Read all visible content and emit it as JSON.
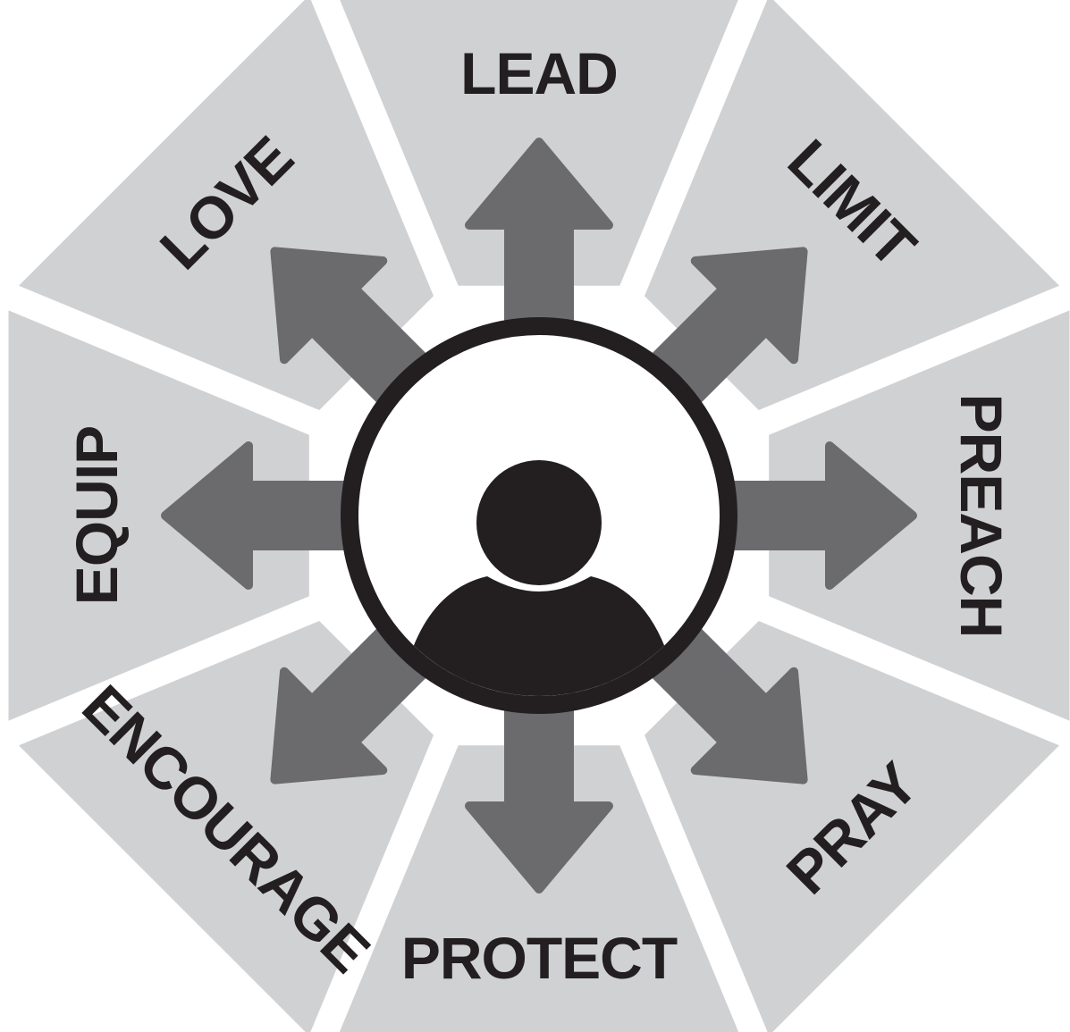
{
  "colors": {
    "background": "#ffffff",
    "segment": "#d0d1d3",
    "arrow": "#6b6b6e",
    "ink": "#231f20",
    "circle_fill": "#ffffff"
  },
  "center": {
    "icon": "person-icon"
  },
  "roles": [
    {
      "label": "LEAD"
    },
    {
      "label": "LIMIT"
    },
    {
      "label": "PREACH"
    },
    {
      "label": "PRAY"
    },
    {
      "label": "PROTECT"
    },
    {
      "label": "ENCOURAGE"
    },
    {
      "label": "EQUIP"
    },
    {
      "label": "LOVE"
    }
  ]
}
